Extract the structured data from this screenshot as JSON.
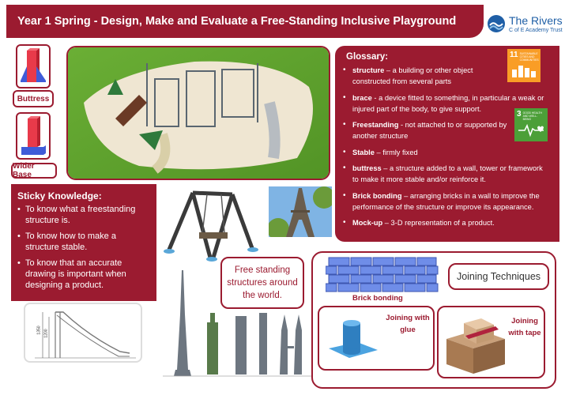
{
  "header": {
    "title": "Year 1 Spring - Design, Make and Evaluate a Free-Standing Inclusive Playground",
    "logo_line1": "The Rivers",
    "logo_line2": "C of E Academy Trust"
  },
  "labels": {
    "buttress": "Buttress",
    "wider_base": "Wider Base"
  },
  "glossary": {
    "title": "Glossary:",
    "items": [
      {
        "term": "structure",
        "def": " – a building or other object constructed from several parts"
      },
      {
        "term": "brace",
        "def": " - a device fitted to something, in particular a weak or injured part of the body, to give support."
      },
      {
        "term": "Freestanding",
        "def": " - not attached to or supported by another structure"
      },
      {
        "term": "Stable",
        "def": " – firmly fixed"
      },
      {
        "term": "buttress",
        "def": " – a structure added to a wall, tower or framework to make it more stable and/or reinforce it."
      },
      {
        "term": "Brick bonding",
        "def": " – arranging bricks in a wall to improve the performance of the structure or improve its appearance."
      },
      {
        "term": "Mock-up",
        "def": " – 3-D representation of a product."
      }
    ],
    "sdg11_num": "11",
    "sdg11_text": "SUSTAINABLE CITIES AND COMMUNITIES",
    "sdg3_num": "3",
    "sdg3_text": "GOOD HEALTH AND WELL-BEING"
  },
  "sticky": {
    "title": "Sticky Knowledge:",
    "items": [
      "To know what a freestanding structure is.",
      "To know how to make a structure stable.",
      "To know that an accurate drawing is important when designing a product."
    ]
  },
  "slide_dims": {
    "dim1": "1350",
    "dim2": "1200"
  },
  "free_standing": "Free standing structures around the world.",
  "joining": {
    "title": "Joining Techniques",
    "brick_bonding": "Brick bonding",
    "glue": "Joining with glue",
    "tape": "Joining with tape"
  },
  "colors": {
    "accent": "#9b1b30",
    "sdg11": "#f99d26",
    "sdg3": "#4c9f38"
  }
}
